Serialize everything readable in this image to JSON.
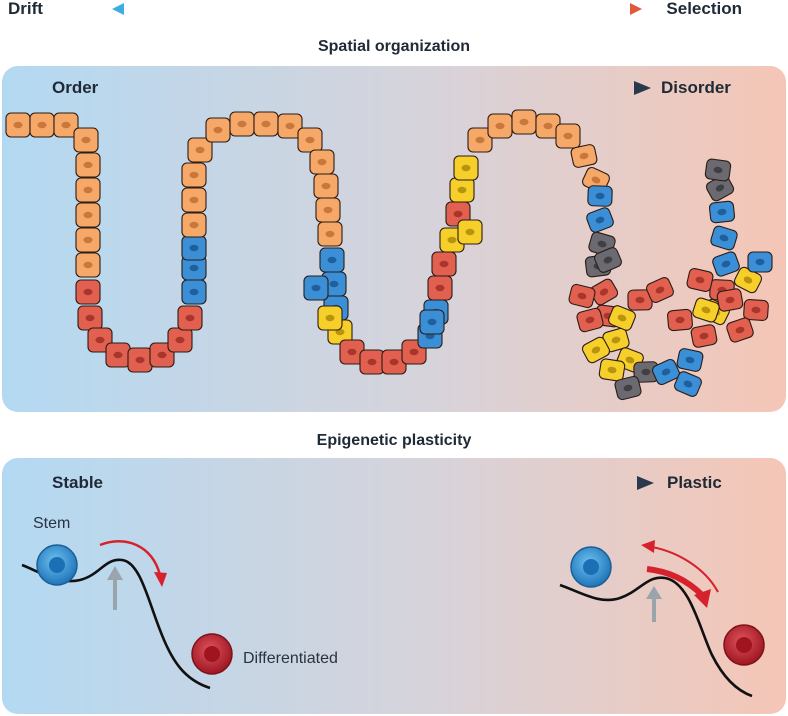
{
  "header": {
    "left_label": "Drift",
    "right_label": "Selection"
  },
  "spatial": {
    "title": "Spatial organization",
    "left_label": "Order",
    "right_label": "Disorder"
  },
  "epigenetic": {
    "title": "Epigenetic plasticity",
    "left_label": "Stable",
    "right_label": "Plastic",
    "stem_label": "Stem",
    "differentiated_label": "Differentiated"
  },
  "colors": {
    "drift": "#3aaee0",
    "selection": "#e2583a",
    "panel_left": "#b3d9f2",
    "panel_right": "#f5c6b6",
    "cell_orange": "#f5a867",
    "cell_red": "#e2604f",
    "cell_blue": "#3b8fd6",
    "cell_yellow": "#f7cf2a",
    "cell_grey": "#6a6a70",
    "stem_cell": "#2f8fd4",
    "diff_cell": "#c32633",
    "arrow_red": "#d6222c"
  }
}
